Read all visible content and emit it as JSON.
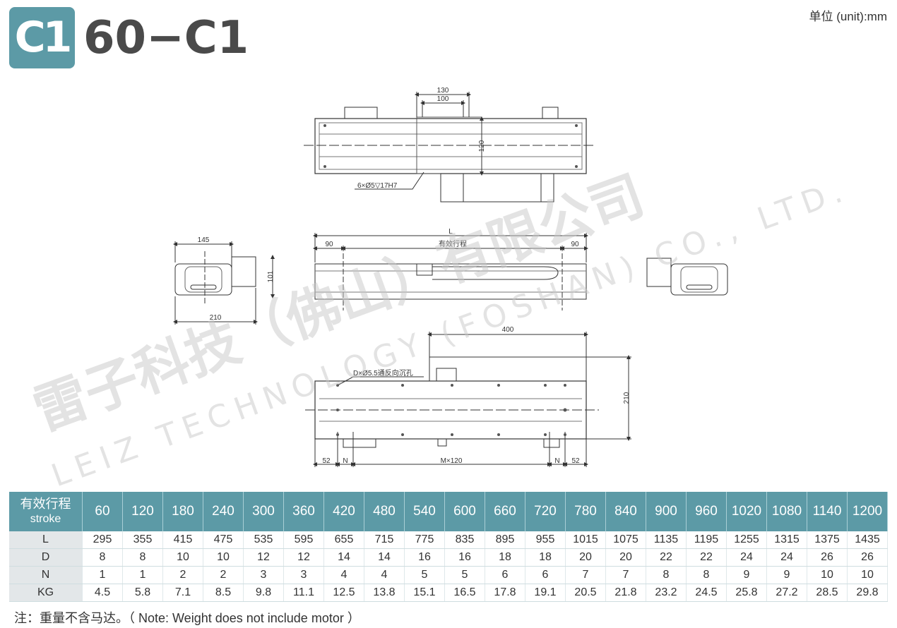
{
  "header": {
    "badge": "C1",
    "model": "60−C1",
    "unit": "单位 (unit):mm"
  },
  "drawing_labels": {
    "top_130": "130",
    "top_100": "100",
    "top_120": "120",
    "hole_note": "6×Ø5▽17H7",
    "side_145": "145",
    "side_101": "101",
    "side_210": "210",
    "front_L": "L",
    "front_90_left": "90",
    "front_stroke": "有效行程",
    "front_90_right": "90",
    "bottom_400": "400",
    "bottom_210": "210",
    "bottom_hole_note": "D×Ø5.5通反向沉孔",
    "bottom_52_left": "52",
    "bottom_N_left": "N",
    "bottom_M": "M×120",
    "bottom_N_right": "N",
    "bottom_52_right": "52"
  },
  "watermark": {
    "cn": "雷子科技（佛山）有限公司",
    "en": "LEIZ TECHNOLOGY (FOSHAN) CO., LTD."
  },
  "table": {
    "header_label": "有效行程",
    "header_sub": "stroke",
    "strokes": [
      "60",
      "120",
      "180",
      "240",
      "300",
      "360",
      "420",
      "480",
      "540",
      "600",
      "660",
      "720",
      "780",
      "840",
      "900",
      "960",
      "1020",
      "1080",
      "1140",
      "1200"
    ],
    "rows": [
      {
        "label": "L",
        "values": [
          "295",
          "355",
          "415",
          "475",
          "535",
          "595",
          "655",
          "715",
          "775",
          "835",
          "895",
          "955",
          "1015",
          "1075",
          "1135",
          "1195",
          "1255",
          "1315",
          "1375",
          "1435"
        ]
      },
      {
        "label": "D",
        "values": [
          "8",
          "8",
          "10",
          "10",
          "12",
          "12",
          "14",
          "14",
          "16",
          "16",
          "18",
          "18",
          "20",
          "20",
          "22",
          "22",
          "24",
          "24",
          "26",
          "26"
        ]
      },
      {
        "label": "N",
        "values": [
          "1",
          "1",
          "2",
          "2",
          "3",
          "3",
          "4",
          "4",
          "5",
          "5",
          "6",
          "6",
          "7",
          "7",
          "8",
          "8",
          "9",
          "9",
          "10",
          "10"
        ]
      },
      {
        "label": "KG",
        "values": [
          "4.5",
          "5.8",
          "7.1",
          "8.5",
          "9.8",
          "11.1",
          "12.5",
          "13.8",
          "15.1",
          "16.5",
          "17.8",
          "19.1",
          "20.5",
          "21.8",
          "23.2",
          "24.5",
          "25.8",
          "27.2",
          "28.5",
          "29.8"
        ]
      }
    ]
  },
  "note": "注：重量不含马达。（ Note: Weight does not include motor ）"
}
